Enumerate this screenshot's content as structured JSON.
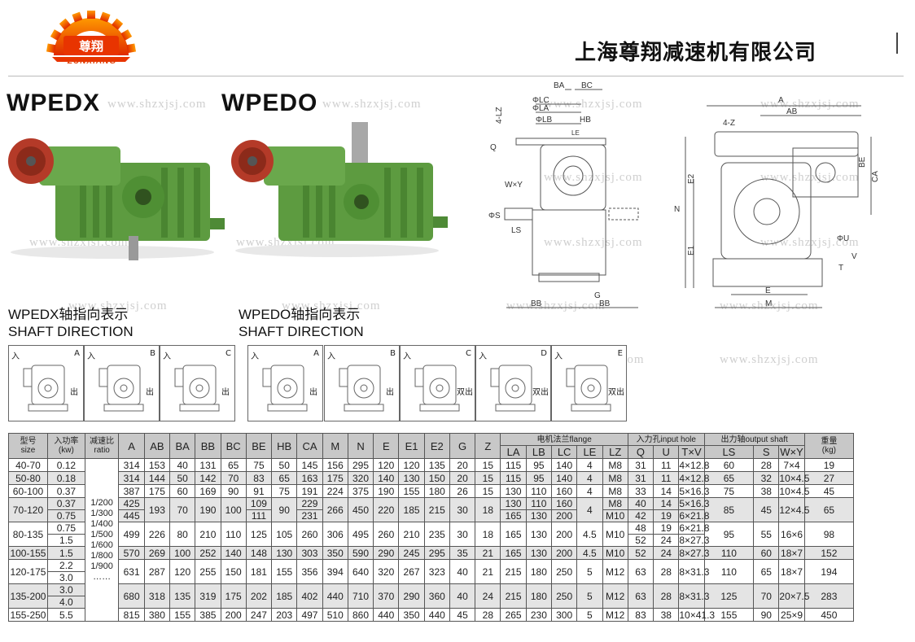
{
  "header": {
    "logo_mark": "尊翔",
    "logo_text": "ZUNXIANG",
    "company": "上海尊翔减速机有限公司"
  },
  "models": [
    "WPEDX",
    "WPEDO"
  ],
  "watermark": "www.shzxjsj.com",
  "shaft_direction": {
    "left": {
      "title": "WPEDX轴指向表示",
      "subtitle": "SHAFT DIRECTION"
    },
    "right": {
      "title": "WPEDO轴指向表示",
      "subtitle": "SHAFT DIRECTION"
    },
    "in_label": "入",
    "out_label": "出",
    "double_out_label": "双出",
    "letters_left": [
      "A",
      "B",
      "C"
    ],
    "letters_right": [
      "A",
      "B",
      "C",
      "D",
      "E"
    ]
  },
  "drawing_labels": {
    "side": [
      "BA",
      "BC",
      "4-LZ",
      "ΦLC",
      "ΦLA",
      "ΦLB",
      "HB",
      "LE",
      "Q",
      "W×Y",
      "ΦS",
      "LS",
      "G",
      "BB",
      "BB"
    ],
    "front": [
      "A",
      "AB",
      "4-Z",
      "BE",
      "CA",
      "E2",
      "N",
      "E1",
      "ΦU",
      "T",
      "V",
      "E",
      "M"
    ]
  },
  "table": {
    "group_headers": {
      "flange": "电机法兰flange",
      "input": "入力孔input hole",
      "output": "出力轴output shaft"
    },
    "fixed_headers": {
      "size_cn": "型号",
      "size_en": "size",
      "power_cn": "入功率",
      "power_en": "(kw)",
      "ratio_cn": "减速比",
      "ratio_en": "ratio",
      "weight_cn": "重量",
      "weight_en": "(kg)"
    },
    "columns": [
      "A",
      "AB",
      "BA",
      "BB",
      "BC",
      "BE",
      "HB",
      "CA",
      "M",
      "N",
      "E",
      "E1",
      "E2",
      "G",
      "Z"
    ],
    "flange_cols": [
      "LA",
      "LB",
      "LC",
      "LE",
      "LZ"
    ],
    "input_cols": [
      "Q",
      "U",
      "T×V"
    ],
    "output_cols": [
      "LS",
      "S",
      "W×Y"
    ],
    "ratio_lines": [
      "1/200",
      "1/300",
      "1/400",
      "1/500",
      "1/600",
      "1/800",
      "1/900",
      "……"
    ],
    "rows": [
      {
        "size": "40-70",
        "kw": [
          "0.12"
        ],
        "A": [
          "314"
        ],
        "AB": "153",
        "BA": "40",
        "BB": "131",
        "BC": "65",
        "BE": "75",
        "HB": "50",
        "CA": [
          "145"
        ],
        "M": "156",
        "N": "295",
        "E": "120",
        "E1": "120",
        "E2": "135",
        "G": "20",
        "Z": "15",
        "LA": [
          "115"
        ],
        "LB": [
          "95"
        ],
        "LC": [
          "140"
        ],
        "LE": "4",
        "LZ": [
          "M8"
        ],
        "Q": [
          "31"
        ],
        "U": [
          "11"
        ],
        "TV": [
          "4×12.8"
        ],
        "LS": "60",
        "S": "28",
        "WY": "7×4",
        "W": "19"
      },
      {
        "size": "50-80",
        "kw": [
          "0.18"
        ],
        "A": [
          "314"
        ],
        "AB": "144",
        "BA": "50",
        "BB": "142",
        "BC": "70",
        "BE": "83",
        "HB": "65",
        "CA": [
          "163"
        ],
        "M": "175",
        "N": "320",
        "E": "140",
        "E1": "130",
        "E2": "150",
        "G": "20",
        "Z": "15",
        "LA": [
          "115"
        ],
        "LB": [
          "95"
        ],
        "LC": [
          "140"
        ],
        "LE": "4",
        "LZ": [
          "M8"
        ],
        "Q": [
          "31"
        ],
        "U": [
          "11"
        ],
        "TV": [
          "4×12.8"
        ],
        "LS": "65",
        "S": "32",
        "WY": "10×4.5",
        "W": "27"
      },
      {
        "size": "60-100",
        "kw": [
          "0.37"
        ],
        "A": [
          "387"
        ],
        "AB": "175",
        "BA": "60",
        "BB": "169",
        "BC": "90",
        "BE": "91",
        "HB": "75",
        "CA": [
          "191"
        ],
        "M": "224",
        "N": "375",
        "E": "190",
        "E1": "155",
        "E2": "180",
        "G": "26",
        "Z": "15",
        "LA": [
          "130"
        ],
        "LB": [
          "110"
        ],
        "LC": [
          "160"
        ],
        "LE": "4",
        "LZ": [
          "M8"
        ],
        "Q": [
          "33"
        ],
        "U": [
          "14"
        ],
        "TV": [
          "5×16.3"
        ],
        "LS": "75",
        "S": "38",
        "WY": "10×4.5",
        "W": "45"
      },
      {
        "size": "70-120",
        "kw": [
          "0.37",
          "0.75"
        ],
        "A": [
          "425",
          "445"
        ],
        "AB": "193",
        "BA": "70",
        "BB": "190",
        "BC": "100",
        "BE": "109",
        "HB": "90",
        "CA": [
          "229",
          "231"
        ],
        "BE2": "111",
        "M": "266",
        "N": "450",
        "E": "220",
        "E1": "185",
        "E2": "215",
        "G": "30",
        "Z": "18",
        "LA": [
          "130",
          "165"
        ],
        "LB": [
          "110",
          "130"
        ],
        "LC": [
          "160",
          "200"
        ],
        "LE": "4",
        "LZ": [
          "M8",
          "M10"
        ],
        "Q": [
          "40",
          "42"
        ],
        "U": [
          "14",
          "19"
        ],
        "TV": [
          "5×16.3",
          "6×21.8"
        ],
        "LS": "85",
        "S": "45",
        "WY": "12×4.5",
        "W": "65"
      },
      {
        "size": "80-135",
        "kw": [
          "0.75",
          "1.5"
        ],
        "A": [
          "499"
        ],
        "AB": "226",
        "BA": "80",
        "BB": "210",
        "BC": "110",
        "BE": "125",
        "HB": "105",
        "CA": [
          "260"
        ],
        "M": "306",
        "N": "495",
        "E": "260",
        "E1": "210",
        "E2": "235",
        "G": "30",
        "Z": "18",
        "LA": [
          "165"
        ],
        "LB": [
          "130"
        ],
        "LC": [
          "200"
        ],
        "LE": "4.5",
        "LZ": [
          "M10"
        ],
        "Q": [
          "48",
          "52"
        ],
        "U": [
          "19",
          "24"
        ],
        "TV": [
          "6×21.8",
          "8×27.3"
        ],
        "LS": "95",
        "S": "55",
        "WY": "16×6",
        "W": "98"
      },
      {
        "size": "100-155",
        "kw": [
          "1.5"
        ],
        "A": [
          "570"
        ],
        "AB": "269",
        "BA": "100",
        "BB": "252",
        "BC": "140",
        "BE": "148",
        "HB": "130",
        "CA": [
          "303"
        ],
        "M": "350",
        "N": "590",
        "E": "290",
        "E1": "245",
        "E2": "295",
        "G": "35",
        "Z": "21",
        "LA": [
          "165"
        ],
        "LB": [
          "130"
        ],
        "LC": [
          "200"
        ],
        "LE": "4.5",
        "LZ": [
          "M10"
        ],
        "Q": [
          "52"
        ],
        "U": [
          "24"
        ],
        "TV": [
          "8×27.3"
        ],
        "LS": "110",
        "S": "60",
        "WY": "18×7",
        "W": "152"
      },
      {
        "size": "120-175",
        "kw": [
          "2.2",
          "3.0"
        ],
        "A": [
          "631"
        ],
        "AB": "287",
        "BA": "120",
        "BB": "255",
        "BC": "150",
        "BE": "181",
        "HB": "155",
        "CA": [
          "356"
        ],
        "M": "394",
        "N": "640",
        "E": "320",
        "E1": "267",
        "E2": "323",
        "G": "40",
        "Z": "21",
        "LA": [
          "215"
        ],
        "LB": [
          "180"
        ],
        "LC": [
          "250"
        ],
        "LE": "5",
        "LZ": [
          "M12"
        ],
        "Q": [
          "63"
        ],
        "U": [
          "28"
        ],
        "TV": [
          "8×31.3"
        ],
        "LS": "110",
        "S": "65",
        "WY": "18×7",
        "W": "194"
      },
      {
        "size": "135-200",
        "kw": [
          "3.0",
          "4.0"
        ],
        "A": [
          "680"
        ],
        "AB": "318",
        "BA": "135",
        "BB": "319",
        "BC": "175",
        "BE": "202",
        "HB": "185",
        "CA": [
          "402"
        ],
        "M": "440",
        "N": "710",
        "E": "370",
        "E1": "290",
        "E2": "360",
        "G": "40",
        "Z": "24",
        "LA": [
          "215"
        ],
        "LB": [
          "180"
        ],
        "LC": [
          "250"
        ],
        "LE": "5",
        "LZ": [
          "M12"
        ],
        "Q": [
          "63"
        ],
        "U": [
          "28"
        ],
        "TV": [
          "8×31.3"
        ],
        "LS": "125",
        "S": "70",
        "WY": "20×7.5",
        "W": "283"
      },
      {
        "size": "155-250",
        "kw": [
          "5.5"
        ],
        "A": [
          "815"
        ],
        "AB": "380",
        "BA": "155",
        "BB": "385",
        "BC": "200",
        "BE": "247",
        "HB": "203",
        "CA": [
          "497"
        ],
        "M": "510",
        "N": "860",
        "E": "440",
        "E1": "350",
        "E2": "440",
        "G": "45",
        "Z": "28",
        "LA": [
          "265"
        ],
        "LB": [
          "230"
        ],
        "LC": [
          "300"
        ],
        "LE": "5",
        "LZ": [
          "M12"
        ],
        "Q": [
          "83"
        ],
        "U": [
          "38"
        ],
        "TV": [
          "10×41.3"
        ],
        "LS": "155",
        "S": "90",
        "WY": "25×9",
        "W": "450"
      }
    ]
  }
}
